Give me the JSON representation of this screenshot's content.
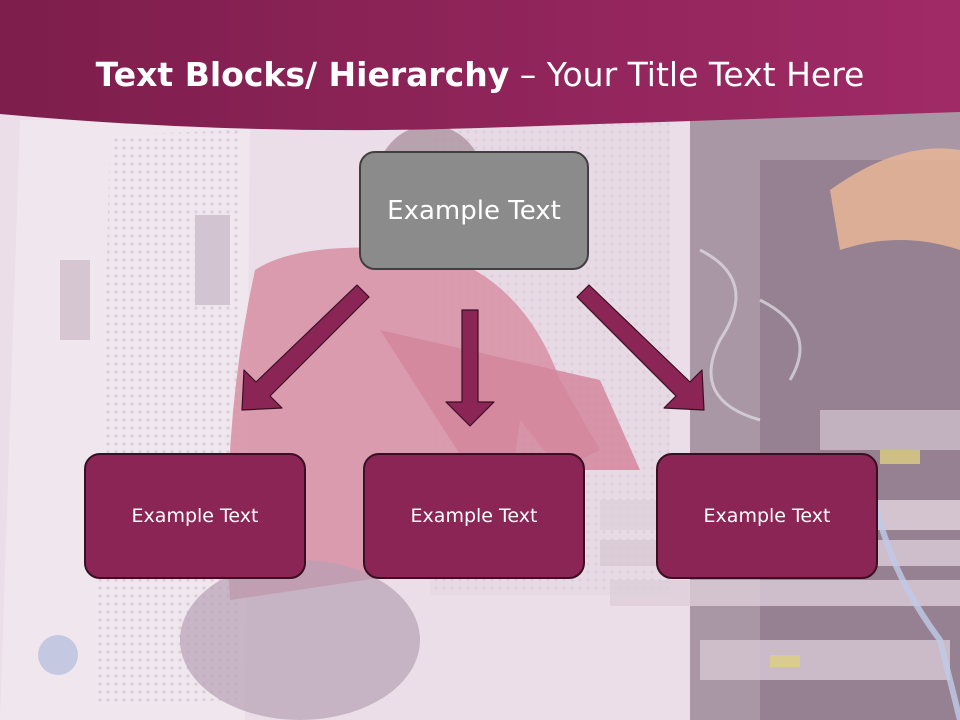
{
  "slide": {
    "title_bold": "Text Blocks/ Hierarchy",
    "title_regular": " – Your Title Text Here"
  },
  "diagram": {
    "root": {
      "label": "Example Text"
    },
    "children": [
      {
        "label": "Example Text"
      },
      {
        "label": "Example Text"
      },
      {
        "label": "Example Text"
      }
    ]
  },
  "colors": {
    "header": "#8b2555",
    "arrow": "#8b2555",
    "root_fill": "#8b8b8b",
    "child_fill": "#8b2555"
  }
}
